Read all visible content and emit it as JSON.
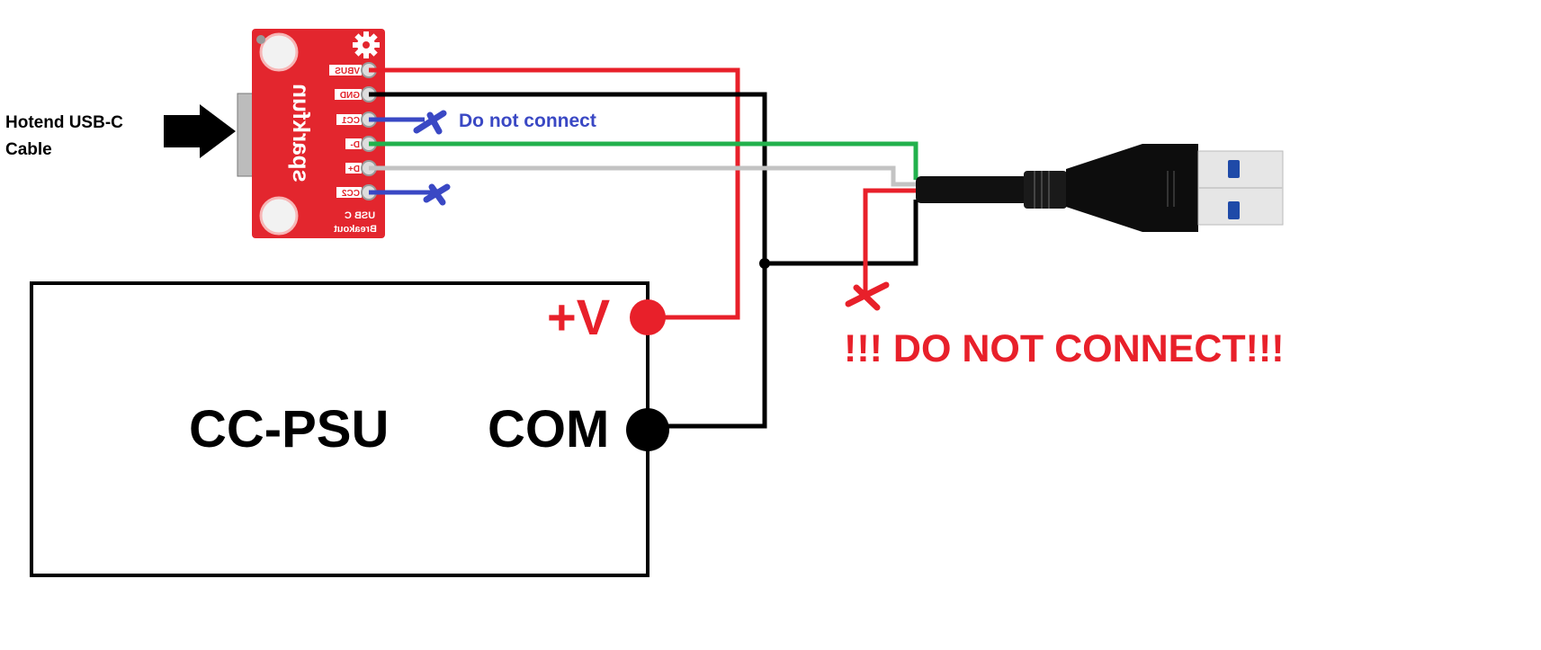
{
  "input_label": {
    "line1": "Hotend USB-C",
    "line2": "Cable"
  },
  "board": {
    "brand": "sparkfun",
    "title": "USB C",
    "subtitle": "Breakout",
    "pins": [
      "VBUS",
      "GND",
      "CC1",
      "D-",
      "D+",
      "CC2"
    ]
  },
  "notes": {
    "cc_do_not_connect": "Do not connect",
    "vbus_do_not_connect": "!!! DO NOT CONNECT!!!"
  },
  "psu": {
    "title": "CC-PSU",
    "positive_label": "+V",
    "common_label": "COM"
  },
  "colors": {
    "vbus_wire": "#e8202a",
    "gnd_wire": "#000000",
    "cc_wire": "#3a48c4",
    "dminus_wire": "#22b14c",
    "dplus_wire": "#c3c3c3",
    "board": "#e3262e"
  }
}
